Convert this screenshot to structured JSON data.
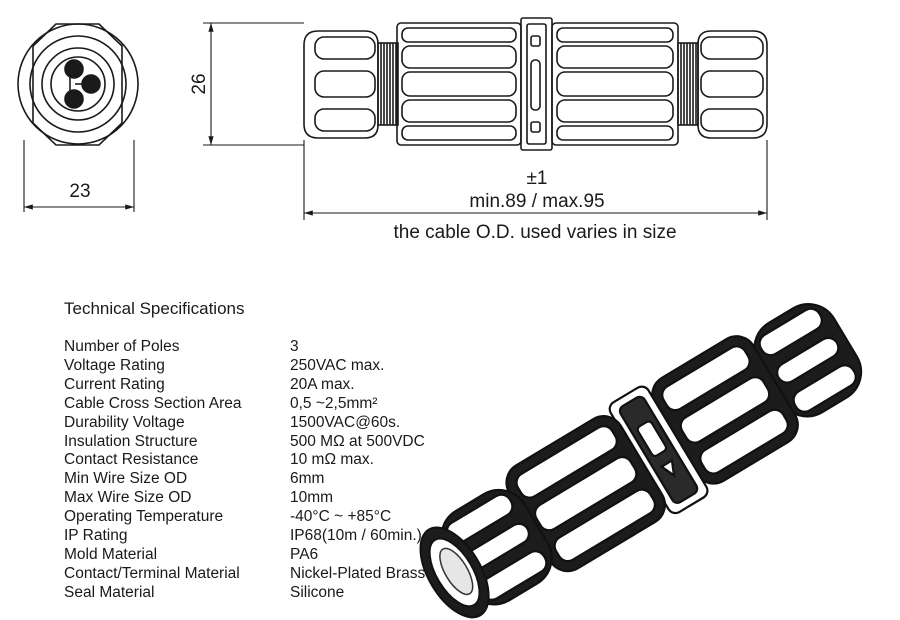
{
  "drawing": {
    "front_height": "26",
    "front_width": "23",
    "tolerance": "±1",
    "length": "min.89 / max.95",
    "note": "the cable O.D. used varies in size"
  },
  "specs": {
    "title": "Technical Specifications",
    "rows": [
      {
        "label": "Number of Poles",
        "value": "3"
      },
      {
        "label": "Voltage Rating",
        "value": "250VAC max."
      },
      {
        "label": "Current Rating",
        "value": "20A max."
      },
      {
        "label": "Cable Cross Section Area",
        "value": "0,5 ~2,5mm²"
      },
      {
        "label": "Durability Voltage",
        "value": "1500VAC@60s."
      },
      {
        "label": "Insulation Structure",
        "value": "500 MΩ at 500VDC"
      },
      {
        "label": "Contact Resistance",
        "value": "10 mΩ max."
      },
      {
        "label": "Min Wire Size OD",
        "value": "6mm"
      },
      {
        "label": "Max Wire Size OD",
        "value": "10mm"
      },
      {
        "label": "Operating Temperature",
        "value": "-40°C ~ +85°C"
      },
      {
        "label": "IP Rating",
        "value": "IP68(10m / 60min.)"
      },
      {
        "label": "Mold Material",
        "value": "PA6"
      },
      {
        "label": "Contact/Terminal Material",
        "value": "Nickel-Plated Brass"
      },
      {
        "label": "Seal Material",
        "value": "Silicone"
      }
    ]
  }
}
